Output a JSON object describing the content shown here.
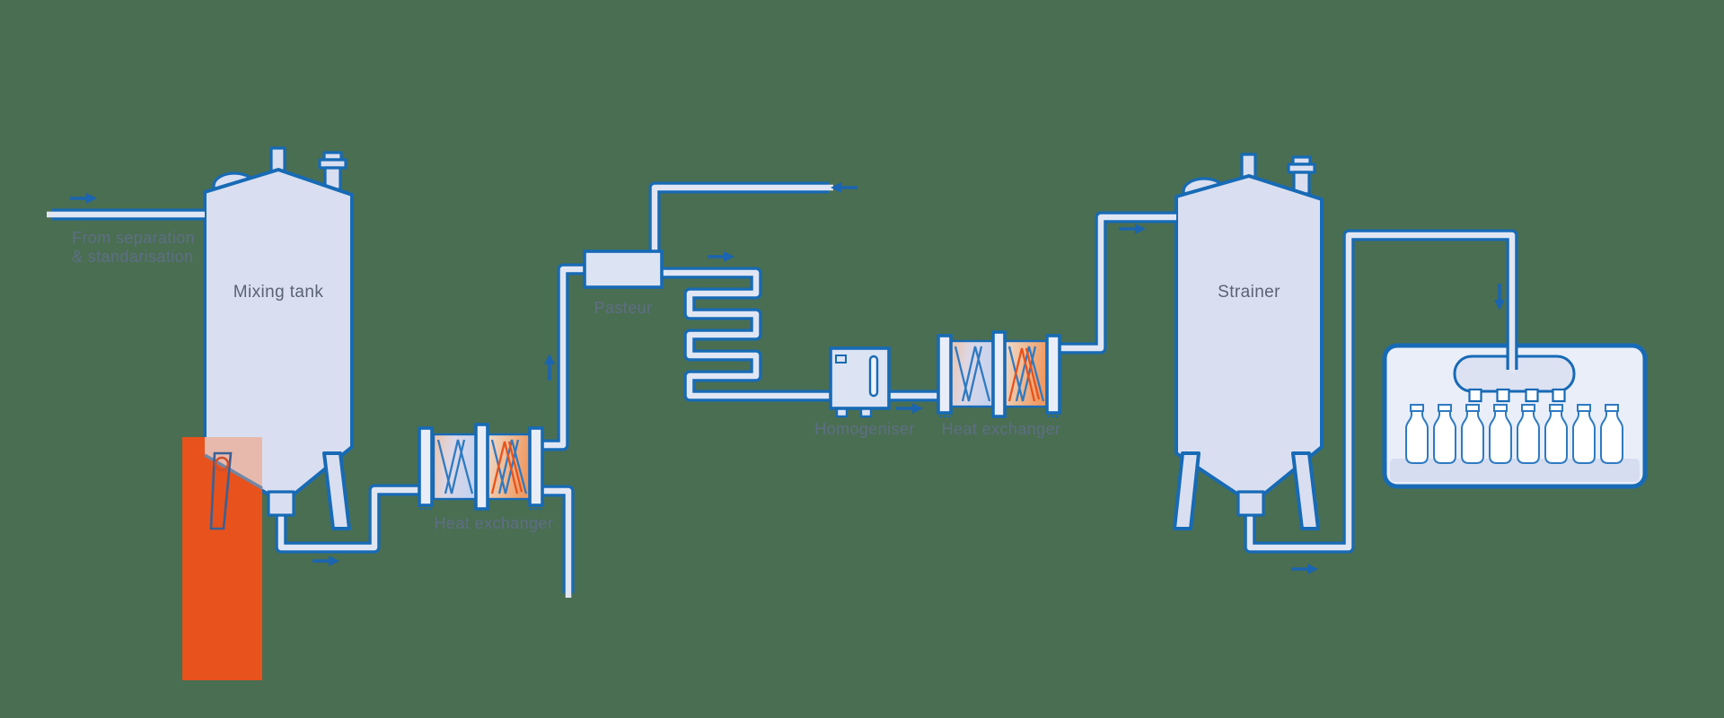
{
  "diagram": {
    "title_context": "Milk processing line flow diagram",
    "background_color": "#4a6e52",
    "outline_blue": "#176ab5",
    "equipment_fill": "#d9dff0",
    "pipe_fill": "#e0e6f4",
    "highlight_orange": "#e8521c",
    "overlap_pink": "#e7b9ac",
    "hot_gradient_orange": "#ef9a62",
    "label_gray": "#5a6373",
    "label_blue_gray": "#5e6e85",
    "labels": {
      "source_line1": "From separation",
      "source_line2": "& standarisation",
      "mixing_tank": "Mixing tank",
      "heat_exchanger_1": "Heat exchanger",
      "pasteur": "Pasteur",
      "homogeniser": "Homogeniser",
      "heat_exchanger_2": "Heat exchanger",
      "strainer": "Strainer"
    },
    "icons": {
      "flow_arrow_right": "→",
      "flow_arrow_left": "←",
      "flow_arrow_up": "↑",
      "flow_arrow_down": "↓"
    },
    "bottling": {
      "bottle_count": 8,
      "nozzle_count": 4
    }
  }
}
